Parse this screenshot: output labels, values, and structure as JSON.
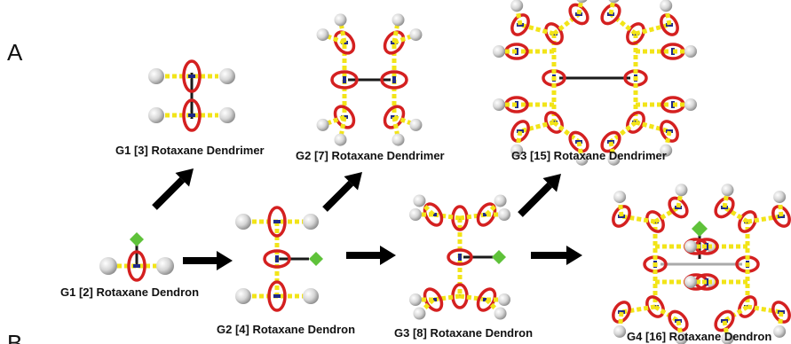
{
  "panel_letters": {
    "a": "A",
    "b": "B"
  },
  "labels": {
    "g1_dendrimer": "G1 [3] Rotaxane Dendrimer",
    "g2_dendrimer": "G2 [7] Rotaxane Dendrimer",
    "g3_dendrimer": "G3 [15] Rotaxane Dendrimer",
    "g1_dendron": "G1 [2] Rotaxane Dendron",
    "g2_dendron": "G2 [4] Rotaxane Dendron",
    "g3_dendron": "G3 [8] Rotaxane Dendron",
    "g4_dendron": "G4 [16] Rotaxane Dendron"
  },
  "colors": {
    "ring": "#d42020",
    "axle": "#1a1a1a",
    "core_bar": "#1e2a8a",
    "linker": "#f2e418",
    "stopper": "#c9c9c9",
    "focal_point": "#5fc23a",
    "arrow": "#000000"
  }
}
